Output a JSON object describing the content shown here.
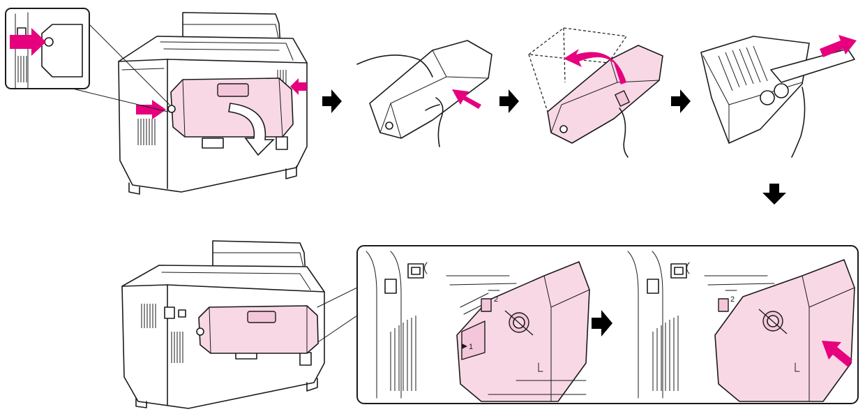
{
  "diagram": {
    "colors": {
      "pink_arrow": "#e6007e",
      "part_fill": "#f9d8e6",
      "part_fill_dark": "#f4c6d9",
      "line": "#1a1a1a",
      "step_arrow": "#000000"
    },
    "callout_labels": {
      "lock_marker_left": "1",
      "lock_marker_detail_a": "2",
      "lock_marker_detail_b": "2"
    }
  }
}
